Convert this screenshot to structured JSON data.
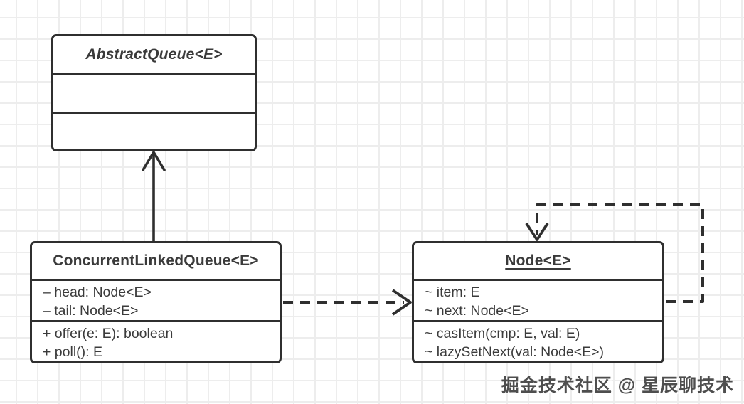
{
  "diagram_type": "uml-class-diagram",
  "classes": {
    "abstract_queue": {
      "title": "AbstractQueue<E>",
      "stereotype": "abstract",
      "fields": [],
      "methods": []
    },
    "concurrent_linked_queue": {
      "title": "ConcurrentLinkedQueue<E>",
      "fields": [
        "– head: Node<E>",
        "– tail: Node<E>"
      ],
      "methods": [
        "+ offer(e: E): boolean",
        "+ poll(): E"
      ]
    },
    "node": {
      "title": "Node<E>",
      "fields": [
        "~ item: E",
        "~ next: Node<E>"
      ],
      "methods": [
        "~ casItem(cmp: E, val: E)",
        "~ lazySetNext(val: Node<E>)"
      ]
    }
  },
  "relations": [
    {
      "type": "inheritance",
      "from": "ConcurrentLinkedQueue<E>",
      "to": "AbstractQueue<E>",
      "line": "solid",
      "arrowhead": "open"
    },
    {
      "type": "dependency",
      "from": "ConcurrentLinkedQueue<E>",
      "to": "Node<E>",
      "line": "dashed",
      "arrowhead": "open"
    },
    {
      "type": "self-reference",
      "from": "Node<E>",
      "to": "Node<E>",
      "line": "dashed",
      "arrowhead": "open"
    }
  ],
  "watermark": "掘金技术社区 @ 星辰聊技术",
  "colors": {
    "stroke": "#2f2f2f",
    "text": "#3a3a3a",
    "grid": "#ededed",
    "background": "#ffffff",
    "watermark": "#4e4e4e"
  }
}
